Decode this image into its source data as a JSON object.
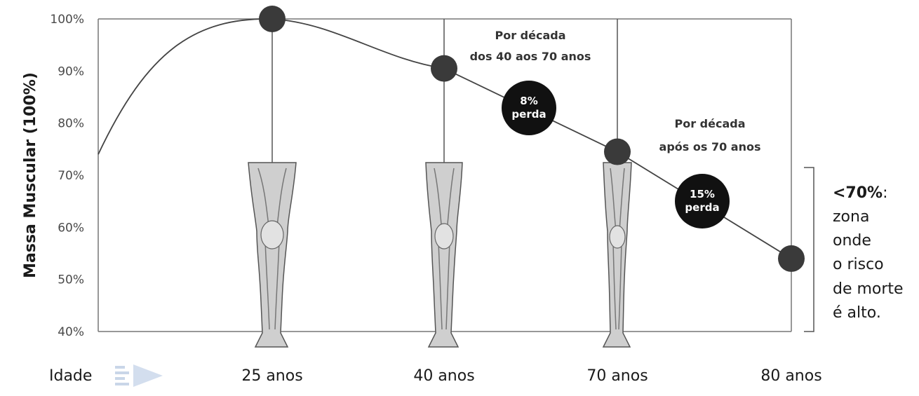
{
  "chart_data": {
    "type": "line",
    "ylabel": "Massa Muscular (100%)",
    "xlabel": "Idade",
    "ylim": [
      40,
      100
    ],
    "yticks": [
      "100%",
      "90%",
      "80%",
      "70%",
      "60%",
      "50%",
      "40%"
    ],
    "ytick_values": [
      100,
      90,
      80,
      70,
      60,
      50,
      40
    ],
    "x_categories": [
      "25 anos",
      "40 anos",
      "70 anos",
      "80 anos"
    ],
    "points": [
      {
        "label": "25 anos",
        "value": 100
      },
      {
        "label": "40 anos",
        "value": 90.5
      },
      {
        "label": "70 anos",
        "value": 74.5
      },
      {
        "label": "80 anos",
        "value": 54
      }
    ],
    "curve_start_value": 74,
    "annotations": [
      {
        "id": "decade-40-70",
        "lines": [
          "Por década",
          "dos 40 aos 70 anos"
        ]
      },
      {
        "id": "decade-after-70",
        "lines": [
          "Por década",
          "após os 70 anos"
        ]
      }
    ],
    "badges": [
      {
        "id": "loss-8",
        "lines": [
          "8%",
          "perda"
        ]
      },
      {
        "id": "loss-15",
        "lines": [
          "15%",
          "perda"
        ]
      }
    ],
    "zone_note": {
      "threshold": "<70%",
      "lines": [
        ":",
        "zona",
        "onde",
        "o risco",
        "de morte",
        "é alto."
      ]
    },
    "colors": {
      "axis": "#777777",
      "line": "#444444",
      "marker": "#3a3a3a",
      "badge": "#111111"
    }
  }
}
